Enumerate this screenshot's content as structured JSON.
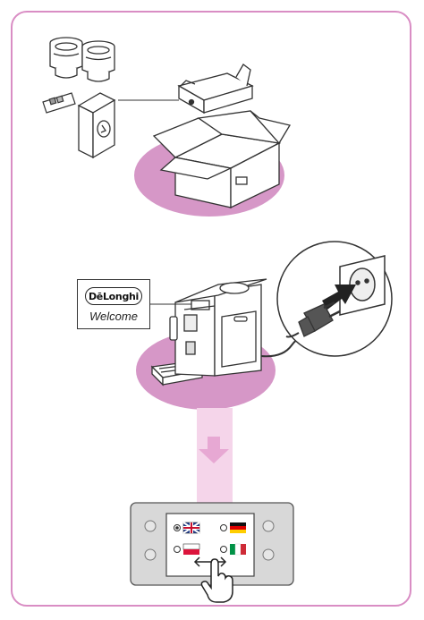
{
  "brand": {
    "logo_text": "DēLonghi",
    "display_text": "Welcome"
  },
  "steps": [
    {
      "id": "unpack",
      "subject": "box-with-accessories"
    },
    {
      "id": "connect",
      "subject": "coffee-machine-plugged-in"
    },
    {
      "id": "select-language",
      "subject": "control-panel"
    }
  ],
  "control_panel": {
    "languages": [
      {
        "flag": "uk",
        "selected": true
      },
      {
        "flag": "germany",
        "selected": false
      },
      {
        "flag": "poland",
        "selected": false
      },
      {
        "flag": "italy",
        "selected": false
      }
    ]
  },
  "colors": {
    "accent_pink": "#d98dc4",
    "ellipse_pink": "#d697c7",
    "panel_grey": "#d8d8d8"
  }
}
